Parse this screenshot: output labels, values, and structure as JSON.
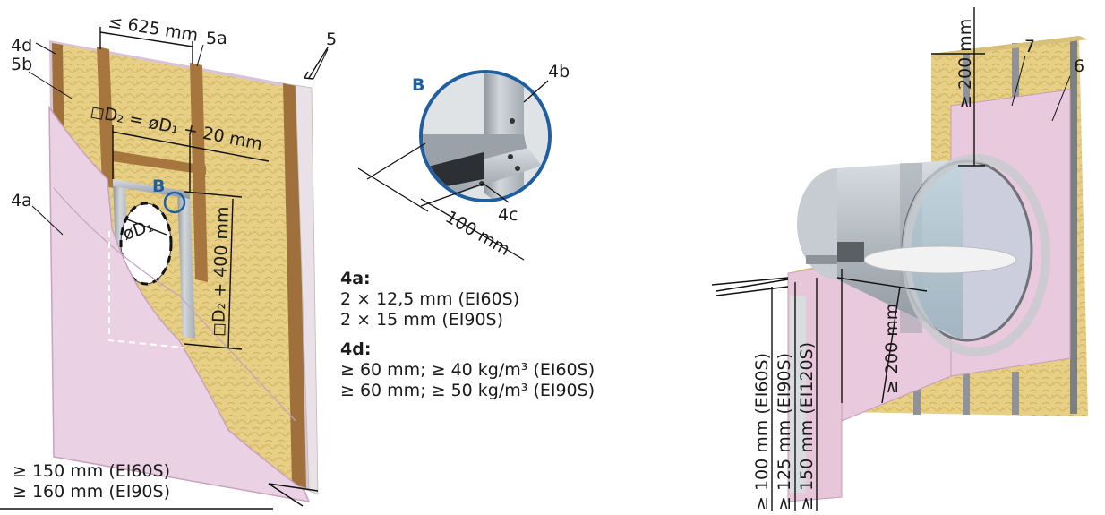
{
  "left": {
    "labels": {
      "l5": "5",
      "l5a": "5a",
      "l5b": "5b",
      "l4d": "4d",
      "l4a": "4a",
      "b": "B"
    },
    "dims": {
      "stud_spacing": "≤ 625 mm",
      "opening_width": "◻D₂ = øD₁ + 20 mm",
      "opening_height": "◻D₂ + 400 mm",
      "duct_diameter": "øD₁"
    },
    "wall_thickness": [
      "≥ 150 mm (EI60S)",
      "≥ 160 mm (EI90S)"
    ]
  },
  "detail": {
    "b": "B",
    "l4b": "4b",
    "l4c": "4c",
    "dim": "100 mm"
  },
  "specs": {
    "h4a": "4a:",
    "a_lines": [
      "2 × 12,5 mm (EI60S)",
      "2 × 15 mm (EI90S)"
    ],
    "h4d": "4d:",
    "d_lines": [
      "≥ 60 mm; ≥ 40 kg/m³ (EI60S)",
      "≥ 60 mm; ≥ 50 kg/m³ (EI90S)"
    ]
  },
  "right": {
    "l6": "6",
    "l7": "7",
    "top_dim": "≥ 200 mm",
    "side_dim": "≥ 200 mm",
    "thicknesses": [
      "≥ 100 mm (EI60S)",
      "≥ 125 mm (EI90S)",
      "≥ 150 mm (EI120S)"
    ]
  },
  "colors": {
    "board": "#ead2e4",
    "board_edge": "#b992b0",
    "wool": "#e7cf86",
    "stud": "#9c6d3a",
    "blue": "#1f5fa0",
    "metal": "#b8bec4"
  }
}
